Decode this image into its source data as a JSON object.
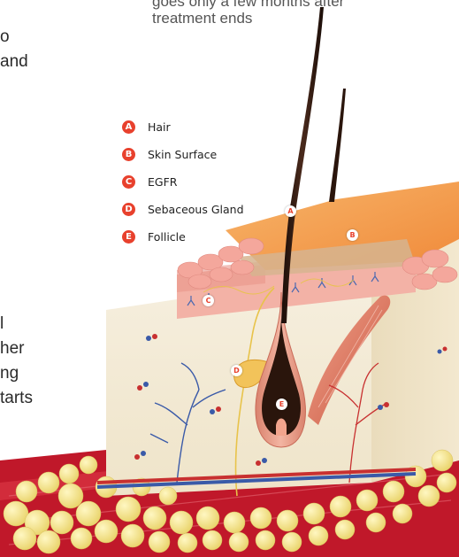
{
  "accent_color": "#e8412d",
  "caption_lines": [
    "goes only a few months after",
    "treatment ends"
  ],
  "left_text_fragments": [
    "o",
    "and",
    "l",
    "her",
    "ng",
    "tarts"
  ],
  "legend": [
    {
      "letter": "A",
      "label": "Hair"
    },
    {
      "letter": "B",
      "label": "Skin Surface"
    },
    {
      "letter": "C",
      "label": "EGFR"
    },
    {
      "letter": "D",
      "label": "Sebaceous Gland"
    },
    {
      "letter": "E",
      "label": "Follicle"
    }
  ],
  "markers": [
    "A",
    "B",
    "C",
    "D",
    "E"
  ]
}
